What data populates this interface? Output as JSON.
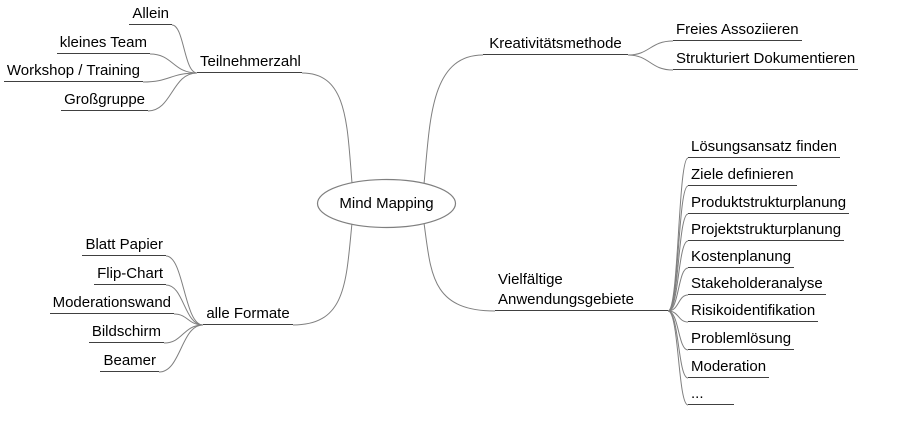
{
  "root": {
    "label": "Mind Mapping"
  },
  "branches": [
    {
      "label": "Teilnehmerzahl",
      "children": [
        {
          "label": "Allein"
        },
        {
          "label": "kleines Team"
        },
        {
          "label": "Workshop / Training"
        },
        {
          "label": "Großgruppe"
        }
      ]
    },
    {
      "label": "Kreativitätsmethode",
      "children": [
        {
          "label": "Freies Assoziieren"
        },
        {
          "label": "Strukturiert Dokumentieren"
        }
      ]
    },
    {
      "label": "alle Formate",
      "children": [
        {
          "label": "Blatt Papier"
        },
        {
          "label": "Flip-Chart"
        },
        {
          "label": "Moderationswand"
        },
        {
          "label": "Bildschirm"
        },
        {
          "label": "Beamer"
        }
      ]
    },
    {
      "label": "Vielfältige Anwendungsgebiete",
      "children": [
        {
          "label": "Lösungsansatz finden"
        },
        {
          "label": "Ziele definieren"
        },
        {
          "label": "Produktstrukturplanung"
        },
        {
          "label": "Projektstrukturplanung"
        },
        {
          "label": "Kostenplanung"
        },
        {
          "label": "Stakeholderanalyse"
        },
        {
          "label": "Risikoidentifikation"
        },
        {
          "label": "Problemlösung"
        },
        {
          "label": "Moderation"
        },
        {
          "label": "..."
        }
      ]
    }
  ],
  "colors": {
    "background": "#ffffff",
    "text": "#000000",
    "edge": "#7f7f7f",
    "underline": "#404040"
  }
}
